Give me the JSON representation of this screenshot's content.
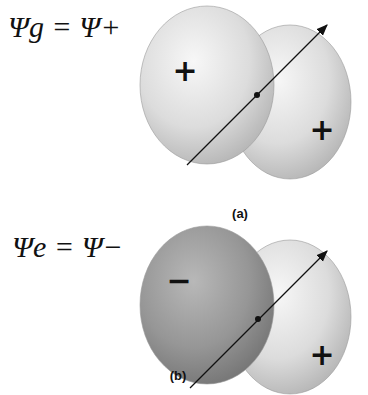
{
  "diagram": {
    "nodes": [
      {
        "text": [
          "+"
        ]
      },
      {
        "text": [
          "+"
        ]
      },
      {
        "text": [
          "−"
        ]
      },
      {
        "text": [
          "+"
        ]
      }
    ],
    "labels": [
      "Ψg = Ψ+",
      "(a)",
      "Ψe = Ψ−",
      "(b)"
    ]
  }
}
